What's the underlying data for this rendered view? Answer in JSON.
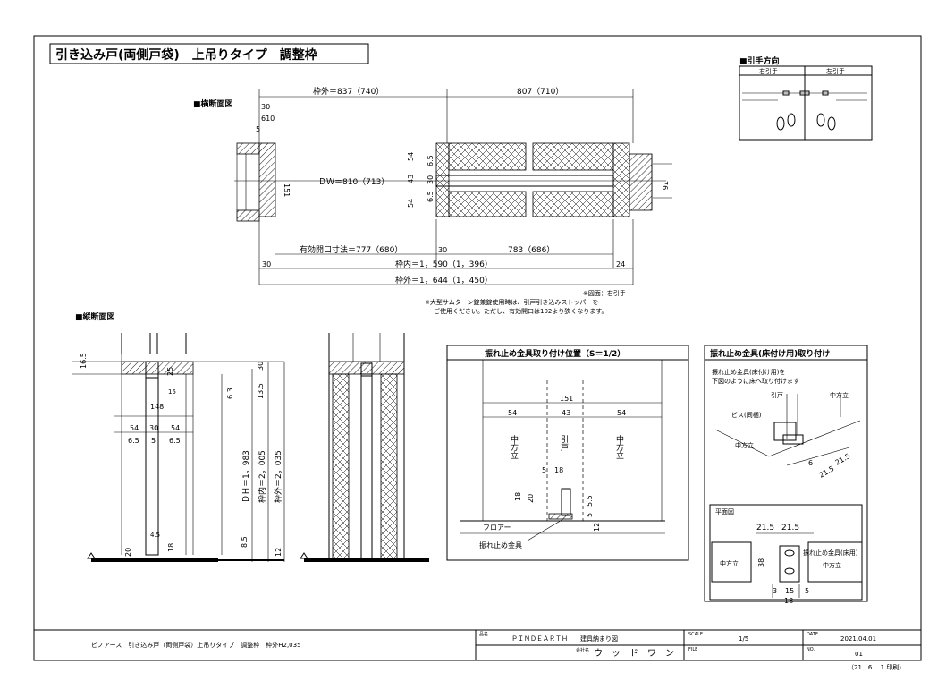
{
  "title": "引き込み戸(両側戸袋)　上吊りタイプ　調整枠",
  "sections": {
    "horizontal": "■横断面図",
    "vertical": "■縦断面図",
    "direction": "■引手方向"
  },
  "direction": {
    "right": "右引手",
    "left": "左引手"
  },
  "horizontal_dims": {
    "top_left": "枠外＝837（740）",
    "top_right": "807（710）",
    "d30": "30",
    "d610": "610",
    "d5": "5",
    "d151": "151",
    "dw": "ＤＷ＝810（713）",
    "d54a": "54",
    "d65a": "6.5",
    "d43": "43",
    "d30b": "30",
    "d65b": "6.5",
    "d54b": "54",
    "d76": "76",
    "opening": "有効開口寸法＝777（680）",
    "d30c": "30",
    "d783": "783（686）",
    "d30d": "30",
    "inner": "枠内＝1，590（1，396）",
    "d24": "24",
    "outer": "枠外＝1，644（1，450）"
  },
  "notes": {
    "line1": "※図面：右引手",
    "line2": "※大型サムターン錠兼錠使用時は、引戸引き込みストッパーを",
    "line3": "ご使用ください。ただし、有効開口は102より狭くなります。"
  },
  "vertical_dims": {
    "d165": "16.5",
    "d25": "25",
    "d30": "30",
    "d15": "15",
    "d148": "148",
    "d63": "6.3",
    "d135": "13.5",
    "d54a": "54",
    "d30b": "30",
    "d54b": "54",
    "d65a": "6.5",
    "d5": "5",
    "d65b": "6.5",
    "dh": "ＤＨ＝1，983",
    "inner": "枠内＝2，005",
    "outer": "枠外＝2，035",
    "d45": "4.5",
    "d20": "20",
    "d18": "18",
    "d85": "8.5",
    "d12": "12"
  },
  "stopper_panel": {
    "title": "振れ止め金具取り付け位置（S＝1/2）",
    "d151": "151",
    "d54a": "54",
    "d43": "43",
    "d54b": "54",
    "mid_left": "中方立",
    "door": "引戸",
    "mid_right": "中方立",
    "d5": "5",
    "d18": "18",
    "d18b": "18",
    "d20": "20",
    "d55": "5.5",
    "d5b": "5",
    "d12": "12",
    "floor": "フロアー",
    "part": "振れ止め金具"
  },
  "floor_panel": {
    "title": "振れ止め金具(床付け用)取り付け",
    "desc1": "振れ止め金具(床付け用)を",
    "desc2": "下図のように床へ取り付けます",
    "door": "引戸",
    "mid1": "中方立",
    "screw": "ビス(同梱)",
    "mid2": "中方立",
    "d6": "6",
    "d215a": "21.5",
    "d215b": "21.5",
    "plan": "平面図",
    "p215a": "21.5",
    "p215b": "21.5",
    "pmid1": "中方立",
    "p38": "38",
    "part": "振れ止め金具(床用)",
    "pmid2": "中方立",
    "p3": "3",
    "p15": "15",
    "p5": "5",
    "p18": "18"
  },
  "titleblock": {
    "product": "ピノアース　引き込み戸（両側戸袋）上吊りタイプ　調整枠　枠外H2,035",
    "name_label": "品名",
    "name_value": "ＰＩＮＤＥＡＲＴＨ　　建具納まり図",
    "company_label": "会社名",
    "company_value": "ウ　ッ　ド　ワ　ン",
    "scale_label": "SCALE",
    "scale_value": "1/5",
    "file_label": "FILE",
    "file_value": "",
    "date_label": "DATE",
    "date_value": "2021.04.01",
    "no_label": "NO.",
    "no_value": "01",
    "footer": "（21．6 ．1 印刷）"
  }
}
